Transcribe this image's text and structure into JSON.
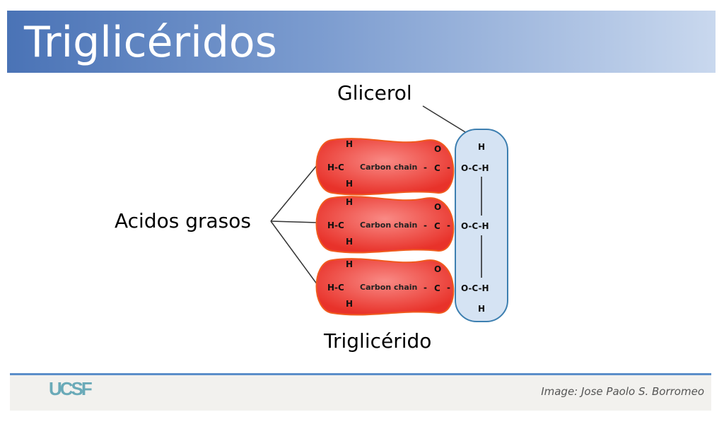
{
  "title": "Triglicéridos",
  "labels": {
    "glycerol": "Glicerol",
    "fatty_acids": "Acidos grasos",
    "triglyceride": "Triglicérido"
  },
  "chem": {
    "h": "H",
    "c": "C",
    "o": "O",
    "h_c": "H-C",
    "carbon_chain": "Carbon chain",
    "dash": "-",
    "och": "O-C-H"
  },
  "footer": {
    "logo": "UCSF",
    "credit": "Image: Jose Paolo S. Borromeo"
  },
  "colors": {
    "acid_fill": "#ef4a3f",
    "acid_stroke": "#f05a1e",
    "glycerol_fill": "#d5e3f3",
    "glycerol_stroke": "#3d7fb0"
  }
}
